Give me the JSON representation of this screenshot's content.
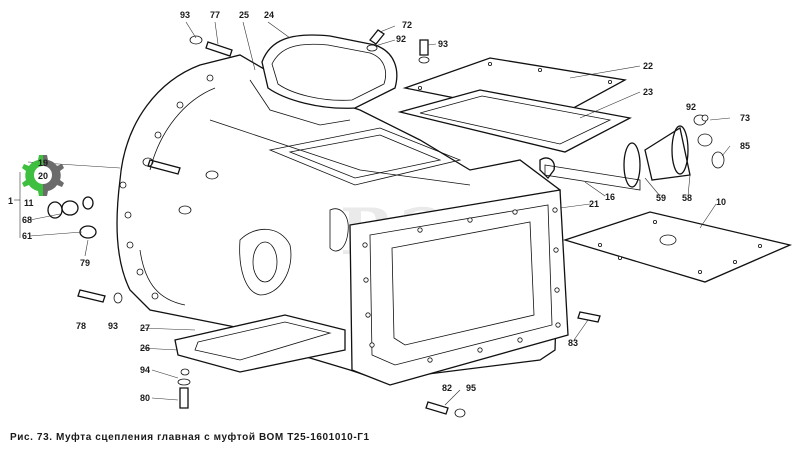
{
  "figure": {
    "caption": "Рис. 73. Муфта сцепления главная с муфтой ВОМ Т25-1601010-Г1",
    "watermark": "ВЭМ",
    "badge": {
      "label": "20",
      "color": "#3fbf3f",
      "secondary_color": "#6b6b6b",
      "icon": "gear-icon"
    }
  },
  "callouts": {
    "c93a": "93",
    "c77": "77",
    "c25": "25",
    "c24": "24",
    "c72": "72",
    "c92a": "92",
    "c93b": "93",
    "c22": "22",
    "c23": "23",
    "c92b": "92",
    "c73": "73",
    "c85": "85",
    "c19": "19",
    "c1": "1",
    "c11": "11",
    "c68": "68",
    "c61": "61",
    "c79": "79",
    "c16": "16",
    "c59": "59",
    "c58": "58",
    "c21": "21",
    "c10": "10",
    "c78": "78",
    "c93c": "93",
    "c27": "27",
    "c26": "26",
    "c94": "94",
    "c80": "80",
    "c83": "83",
    "c82": "82",
    "c95": "95"
  }
}
